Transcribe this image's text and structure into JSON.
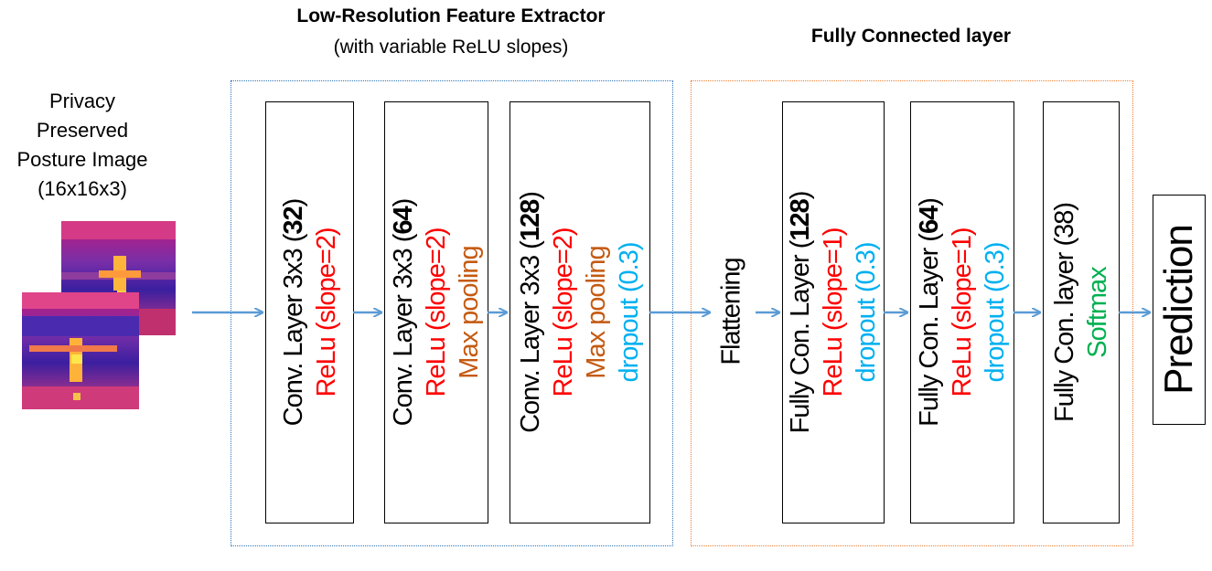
{
  "titles": {
    "extractor_main": "Low-Resolution Feature Extractor",
    "extractor_sub": "(with variable ReLU slopes)",
    "fc_main": "Fully Connected layer"
  },
  "input": {
    "label_lines": [
      "Privacy",
      "Preserved",
      "Posture Image",
      "(16x16x3)"
    ]
  },
  "layers": [
    {
      "line1_pre": "Conv. Layer 3x3 (",
      "line1_bold": "32",
      "line1_post": ")",
      "line2": "ReLu (slope=2)",
      "line3": "",
      "line4": ""
    },
    {
      "line1_pre": "Conv. Layer 3x3 (",
      "line1_bold": "64",
      "line1_post": ")",
      "line2": "ReLu (slope=2)",
      "line3": "Max pooling",
      "line4": ""
    },
    {
      "line1_pre": "Conv. Layer 3x3 (",
      "line1_bold": "128",
      "line1_post": ")",
      "line2": "ReLu (slope=2)",
      "line3": "Max pooling",
      "line4": "dropout (0.3)"
    }
  ],
  "flatten": {
    "label": "Flattening"
  },
  "fc_layers": [
    {
      "line1_pre": "Fully Con. Layer (",
      "line1_bold": "128",
      "line1_post": ")",
      "line2": "ReLu (slope=1)",
      "line3": "dropout (0.3)"
    },
    {
      "line1_pre": "Fully Con. Layer (",
      "line1_bold": "64",
      "line1_post": ")",
      "line2": "ReLu (slope=1)",
      "line3": "dropout (0.3)"
    },
    {
      "line1_pre": "Fully Con. layer (38)",
      "line1_bold": "",
      "line1_post": "",
      "line2": "Softmax",
      "line3": ""
    }
  ],
  "output": {
    "label": "Prediction"
  },
  "colors": {
    "arrow": "#5b9bd5",
    "relu": "#ff0000",
    "pooling": "#c55a11",
    "dropout": "#00b0f0",
    "softmax": "#00b050"
  }
}
